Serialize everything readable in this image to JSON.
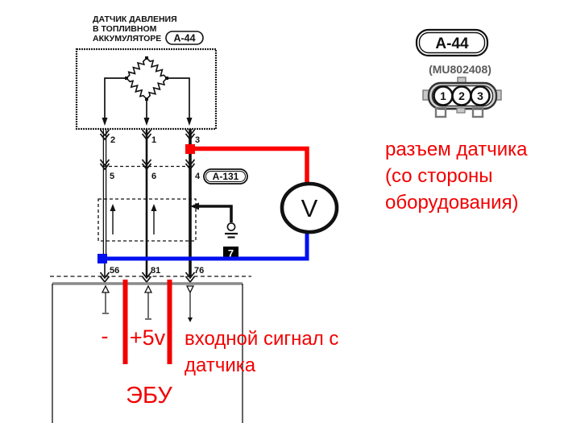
{
  "colors": {
    "annotation_red": "#f20000",
    "wire_red": "#ff0000",
    "wire_blue": "#0010ee",
    "wire_black": "#000000"
  },
  "sensor": {
    "title_line1": "ДАТЧИК ДАВЛЕНИЯ",
    "title_line2": "В ТОПЛИВНОМ",
    "title_line3": "АККУМУЛЯТОРЕ",
    "connector_label": "A-44"
  },
  "pins": {
    "sensor_row": [
      "2",
      "1",
      "3"
    ],
    "harness_row": [
      "5",
      "6",
      "4"
    ],
    "harness_connector_label": "A-131",
    "ecu_row": [
      "56",
      "81",
      "76"
    ]
  },
  "ground": {
    "junction_label": "7"
  },
  "voltmeter": {
    "label": "V"
  },
  "ecu": {
    "label": "ЭБУ"
  },
  "annotations": {
    "minus": "-",
    "plus_5v": "+5v",
    "input_signal_line1": "входной сигнал с",
    "input_signal_line2": "датчика",
    "connector_note_line1": "разъем датчика",
    "connector_note_line2": "(со стороны",
    "connector_note_line3": "оборудования)"
  },
  "connector_detail": {
    "label": "A-44",
    "part_number": "(MU802408)",
    "pin_numbers": [
      "1",
      "2",
      "3"
    ]
  }
}
